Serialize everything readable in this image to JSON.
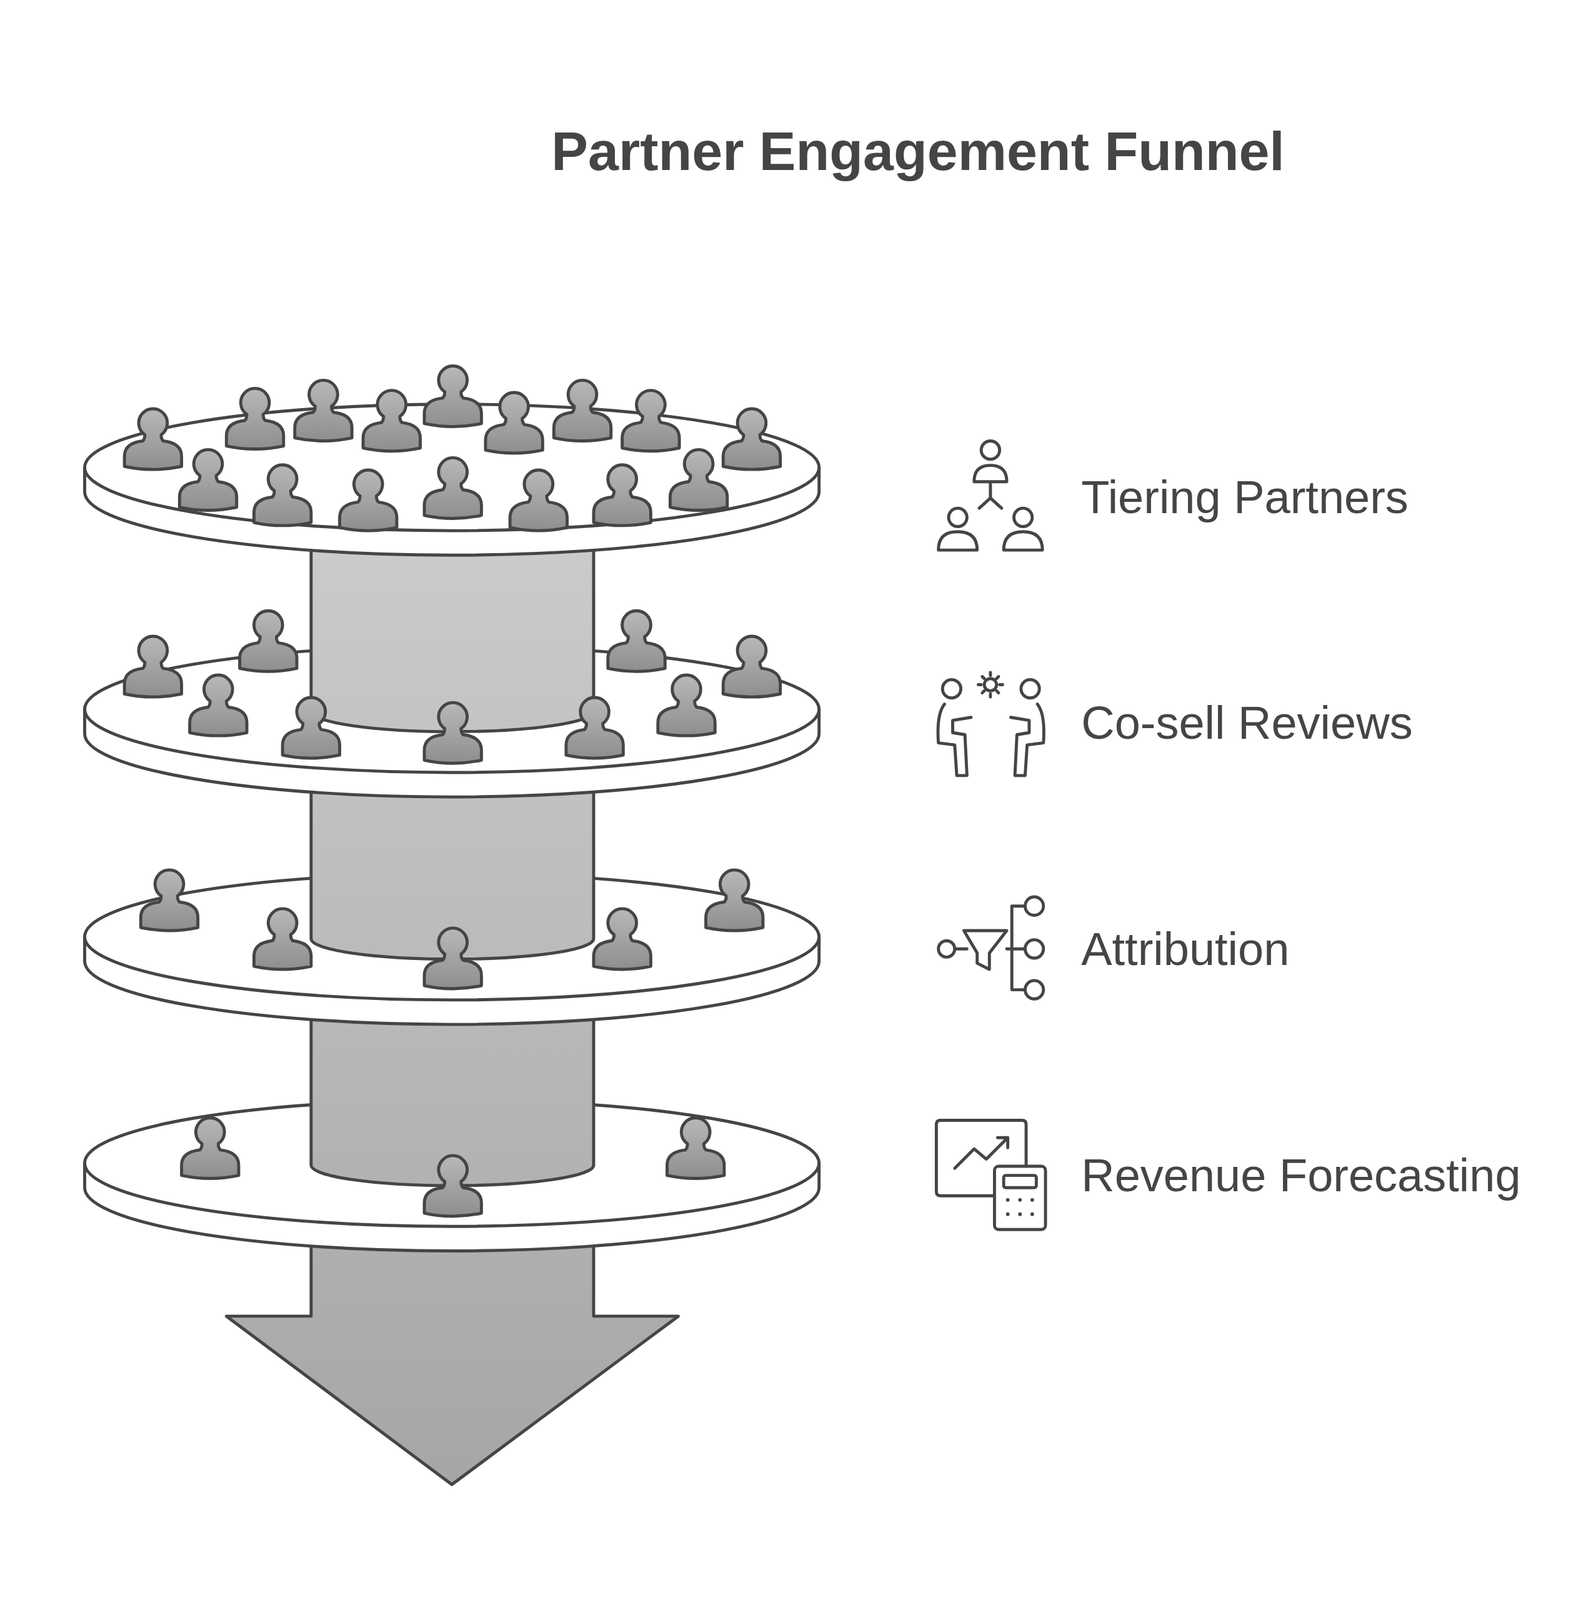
{
  "diagram": {
    "title": "Partner Engagement Funnel",
    "labels": [
      "Tiering Partners",
      "Co-sell Reviews",
      "Attribution",
      "Revenue Forecasting"
    ]
  }
}
